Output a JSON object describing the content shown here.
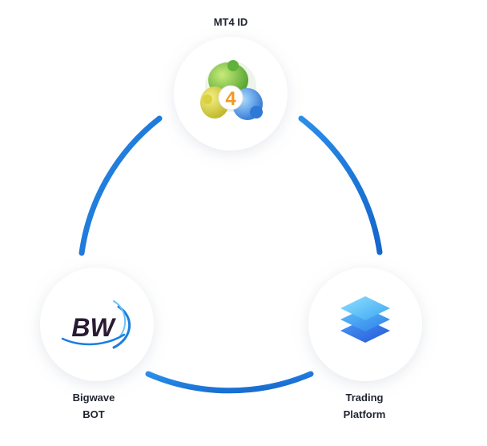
{
  "diagram": {
    "nodes": {
      "mt4": {
        "label": "MT4 ID",
        "icon": "metatrader4-logo-icon",
        "icon_badge": "4"
      },
      "bot": {
        "label_line1": "Bigwave",
        "label_line2": "BOT",
        "icon": "bigwave-logo-icon",
        "logo_text": "BW"
      },
      "platform": {
        "label_line1": "Trading",
        "label_line2": "Platform",
        "icon": "layers-stack-icon"
      }
    },
    "colors": {
      "arc": "#1a82e0",
      "logo_dark": "#2a1a33",
      "logo_wave": "#1a7ee0",
      "layers_top": "#4fb8f5",
      "layers_bottom": "#2b68e6"
    }
  }
}
